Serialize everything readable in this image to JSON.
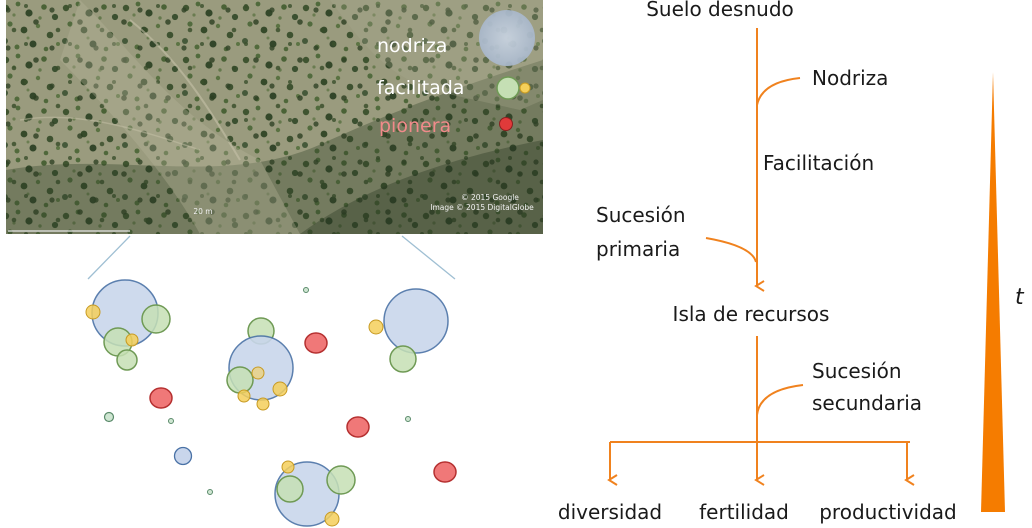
{
  "legend": {
    "nurse": "nodriza",
    "facilitated": "facilitada",
    "pioneer": "pionera"
  },
  "map_overlay": {
    "attribution_line1": "© 2015 Google",
    "attribution_line2": "Image © 2015 DigitalGlobe",
    "scale_label": "20 m"
  },
  "flow": {
    "top_node": "Suelo desnudo",
    "branch_nurse": "Nodriza",
    "facilitation": "Facilitación",
    "primary_line1": "Sucesión",
    "primary_line2": "primaria",
    "middle_node": "Isla de recursos",
    "secondary_line1": "Sucesión",
    "secondary_line2": "secundaria",
    "outcomes": [
      "diversidad",
      "fertilidad",
      "productividad"
    ]
  },
  "time_axis": {
    "label": "t"
  },
  "colors": {
    "arrow": "#f0821e",
    "wedge": "#f57c00",
    "nurse_fill": "#c9d6ec",
    "nurse_stroke": "#4a72a6",
    "facilitated_fill": "#c5dfb4",
    "facilitated_stroke": "#6f9a55",
    "facilitated_yellow": "#f5cf5a",
    "pioneer_fill": "#f07878",
    "pioneer_stroke": "#b53030",
    "small_fill": "#cfe6d2",
    "small_stroke": "#5a8a6a"
  }
}
